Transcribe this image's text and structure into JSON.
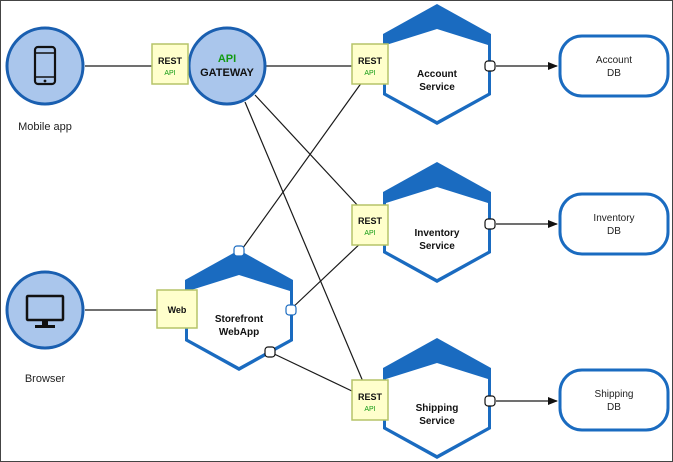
{
  "clients": {
    "mobile": {
      "label": "Mobile app",
      "icon": "smartphone-icon"
    },
    "browser": {
      "label": "Browser",
      "icon": "monitor-icon"
    }
  },
  "gateway": {
    "line1": "API",
    "line2": "GATEWAY"
  },
  "interfaces": {
    "rest": {
      "line1": "REST",
      "line2": "API"
    },
    "web": {
      "label": "Web"
    }
  },
  "services": {
    "account": {
      "line1": "Account",
      "line2": "Service"
    },
    "inventory": {
      "line1": "Inventory",
      "line2": "Service"
    },
    "shipping": {
      "line1": "Shipping",
      "line2": "Service"
    },
    "storefront": {
      "line1": "Storefront",
      "line2": "WebApp"
    }
  },
  "databases": {
    "account": {
      "line1": "Account",
      "line2": "DB"
    },
    "inventory": {
      "line1": "Inventory",
      "line2": "DB"
    },
    "shipping": {
      "line1": "Shipping",
      "line2": "DB"
    }
  },
  "colors": {
    "node_fill": "#1a6bc0",
    "node_light": "#d2e1f3",
    "circle_fill": "#aac6ec",
    "circle_stroke": "#1a5fb0",
    "box_fill": "#ffffcc",
    "box_stroke": "#b6c468",
    "api_green": "#129a12",
    "line": "#1a1a1a"
  }
}
